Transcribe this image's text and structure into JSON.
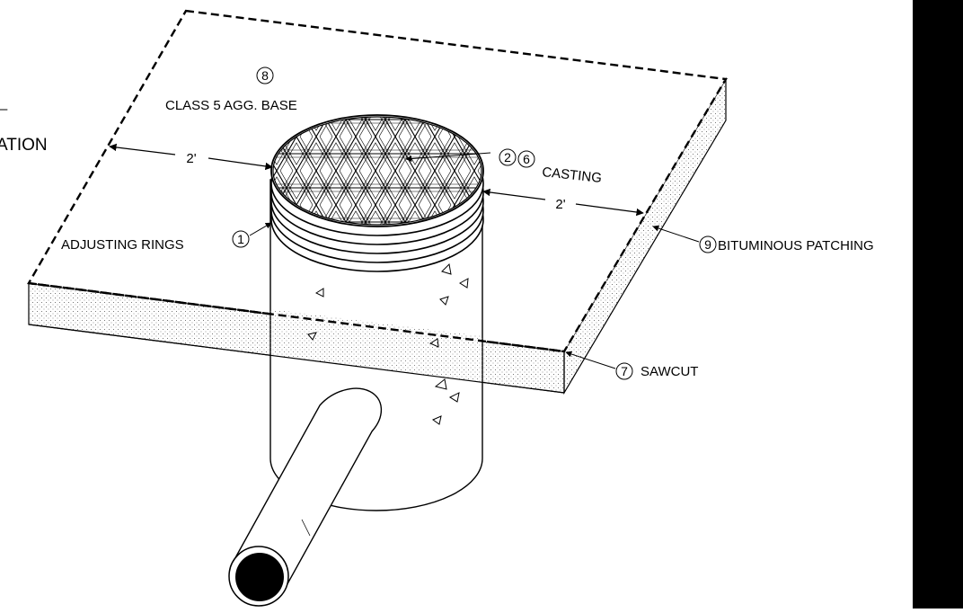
{
  "left_fragment": {
    "dash": "–",
    "word": "ATION"
  },
  "labels": {
    "agg_base": {
      "number": "8",
      "text": "CLASS 5 AGG. BASE"
    },
    "casting": {
      "number_a": "2",
      "number_b": "6",
      "text": "CASTING"
    },
    "adjusting_rings": {
      "text": "ADJUSTING RINGS",
      "number": "1"
    },
    "bituminous": {
      "number": "9",
      "text": "BITUMINOUS PATCHING"
    },
    "sawcut": {
      "number": "7",
      "text": "SAWCUT"
    }
  },
  "dimensions": {
    "left": "2'",
    "right": "2'"
  },
  "colors": {
    "ink": "#000000",
    "paper": "#ffffff",
    "sidebar": "#000000"
  }
}
